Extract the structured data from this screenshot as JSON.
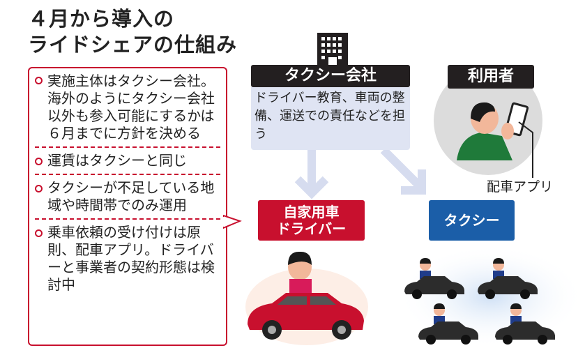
{
  "title": {
    "line1": "４月から導入の",
    "line2": "ライドシェアの仕組み"
  },
  "points": [
    "実施主体はタクシー会社。海外のようにタクシー会社以外も参入可能にするかは６月までに方針を決める",
    "運賃はタクシーと同じ",
    "タクシーが不足している地域や時間帯でのみ運用",
    "乗車依頼の受け付けは原則、配車アプリ。ドライバーと事業者の契約形態は検討中"
  ],
  "company": {
    "header": "タクシー会社",
    "description": "ドライバー教育、車両の整備、運送での責任などを担う"
  },
  "user": {
    "header": "利用者",
    "app_label": "配車アプリ"
  },
  "private_driver": {
    "line1": "自家用車",
    "line2": "ドライバー"
  },
  "taxi": {
    "label": "タクシー"
  },
  "colors": {
    "red": "#c8102e",
    "blue": "#1b5ea8",
    "dark": "#231f20",
    "light_blue": "#dfe4f3"
  }
}
